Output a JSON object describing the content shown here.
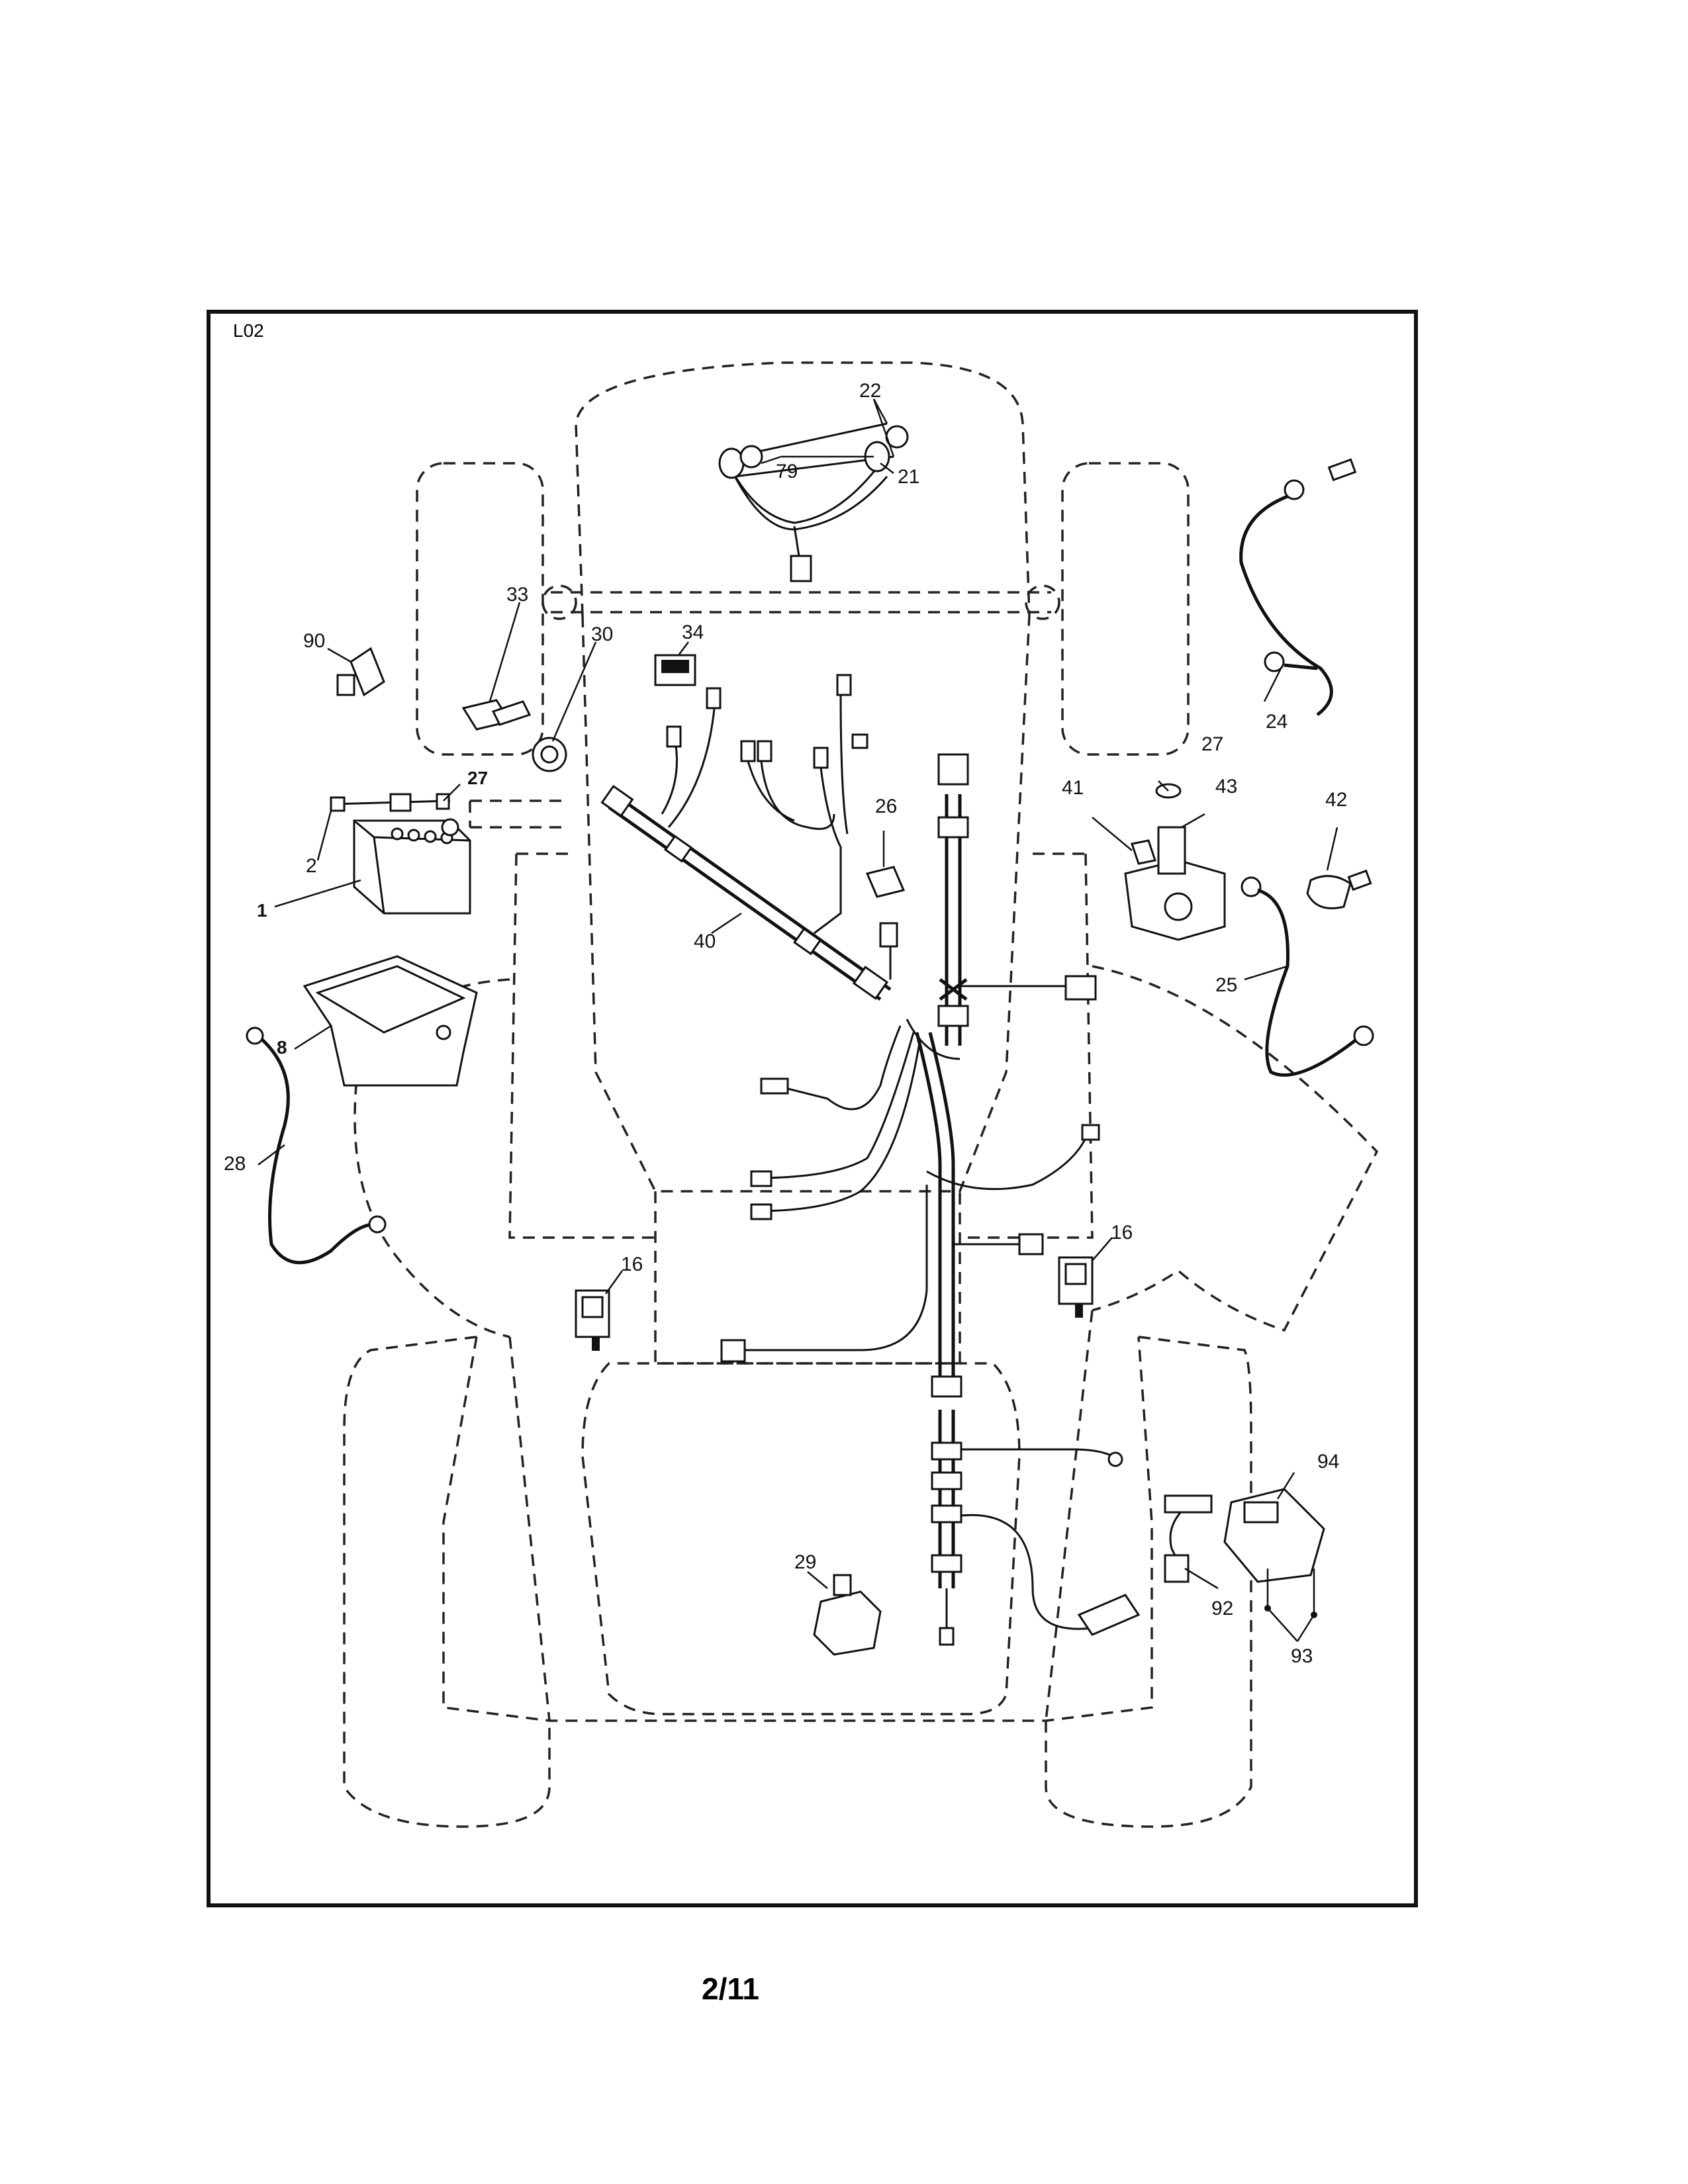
{
  "frame_code": "L02",
  "page_number": "2/11",
  "callouts": {
    "c1": "1",
    "c2": "2",
    "c8": "8",
    "c16a": "16",
    "c16b": "16",
    "c21": "21",
    "c22": "22",
    "c24": "24",
    "c25": "25",
    "c26": "26",
    "c27a": "27",
    "c27b": "27",
    "c28": "28",
    "c29": "29",
    "c30": "30",
    "c33": "33",
    "c34": "34",
    "c40": "40",
    "c41": "41",
    "c42": "42",
    "c43": "43",
    "c79": "79",
    "c90": "90",
    "c92": "92",
    "c93": "93",
    "c94": "94"
  }
}
